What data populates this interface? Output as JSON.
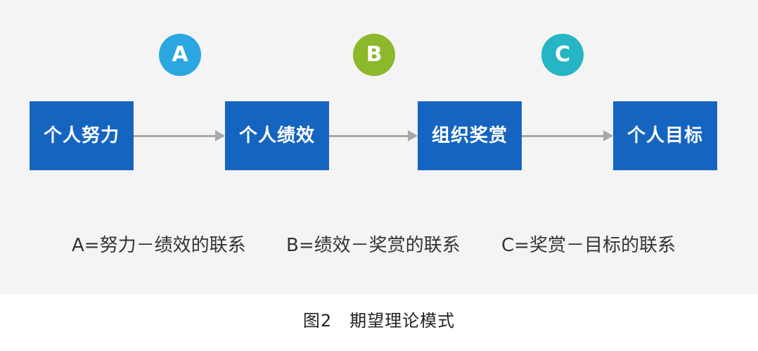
{
  "diagram": {
    "circles": [
      {
        "label": "A",
        "color": "#2aa6e0"
      },
      {
        "label": "B",
        "color": "#8cb82b"
      },
      {
        "label": "C",
        "color": "#26b5c4"
      }
    ],
    "boxes": [
      "个人努力",
      "个人绩效",
      "组织奖赏",
      "个人目标"
    ],
    "box_color": "#1565c0",
    "arrow_color": "#a8a8a8",
    "legend": [
      "A=努力－绩效的联系",
      "B=绩效－奖赏的联系",
      "C=奖赏－目标的联系"
    ]
  },
  "caption": "图2　期望理论模式"
}
